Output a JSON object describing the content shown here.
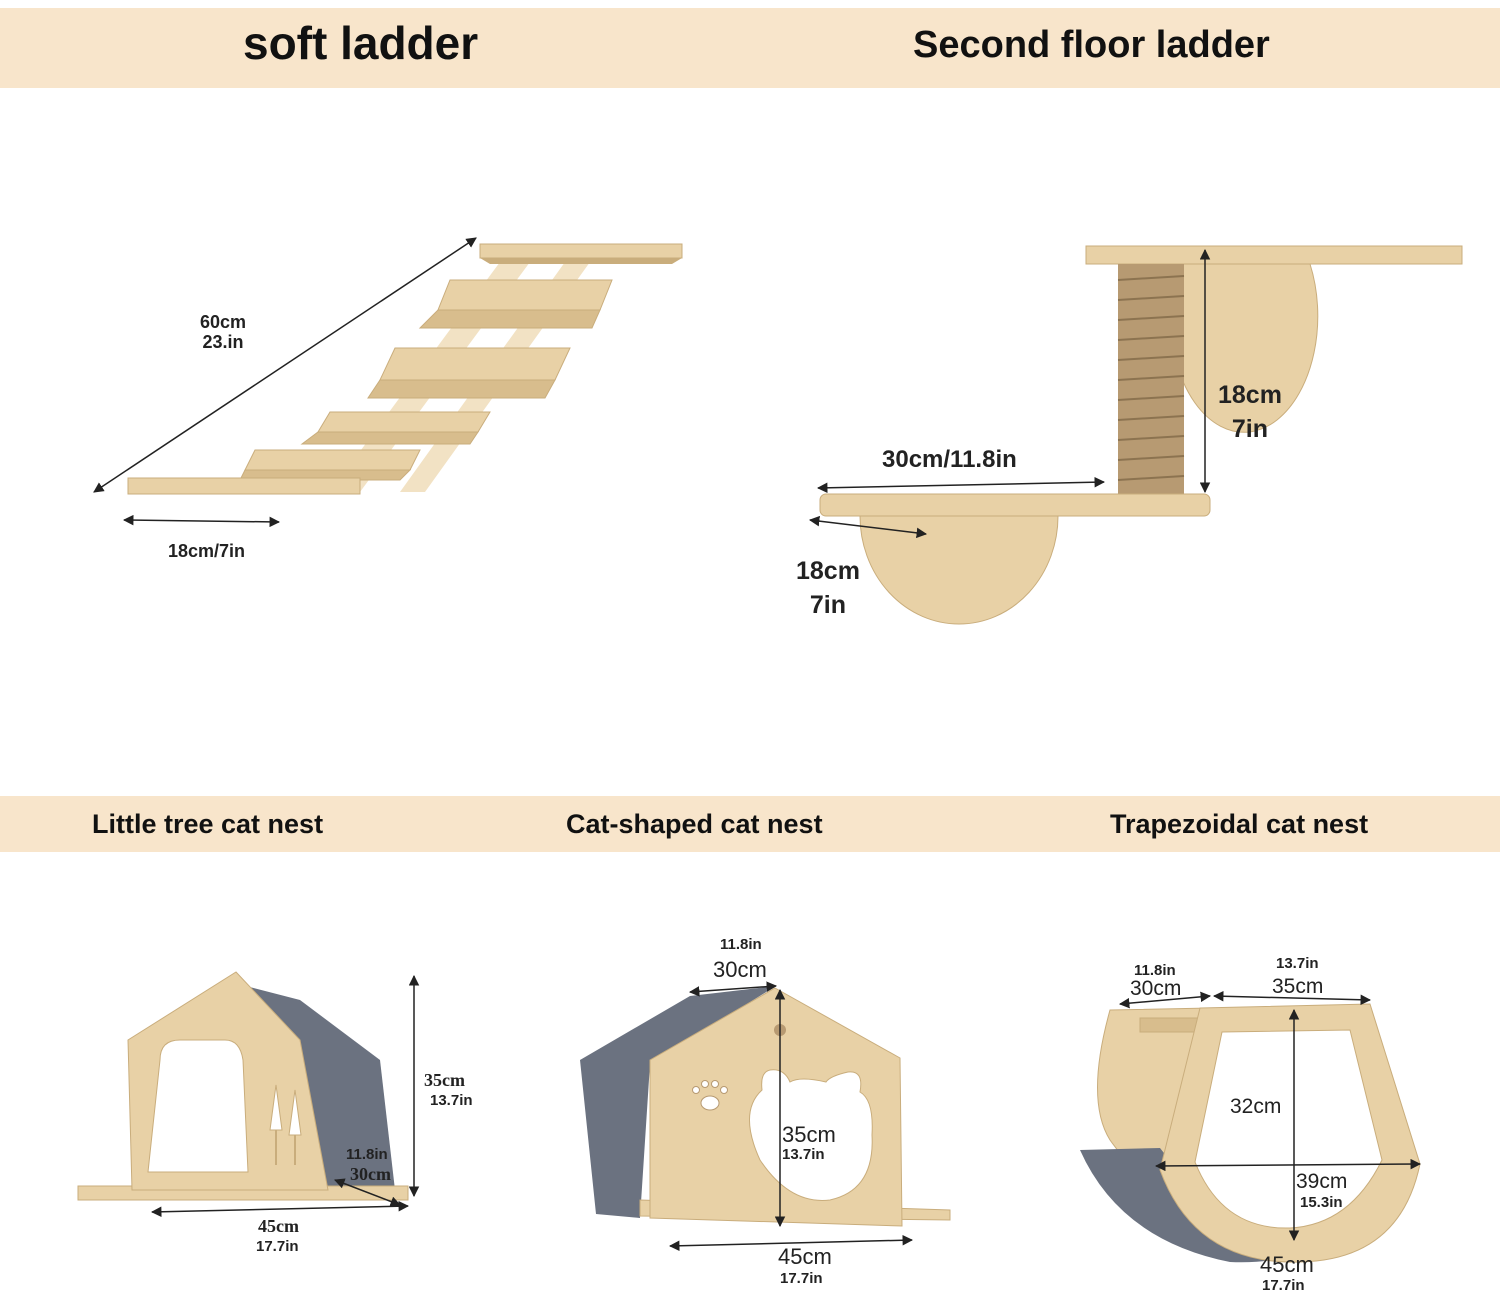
{
  "headers": {
    "soft_ladder": "soft ladder",
    "second_floor_ladder": "Second floor ladder",
    "little_tree": "Little tree cat nest",
    "cat_shaped": "Cat-shaped cat nest",
    "trapezoidal": "Trapezoidal cat nest"
  },
  "soft_ladder": {
    "length_cm": "60cm",
    "length_in": "23.in",
    "width": "18cm/7in"
  },
  "second_floor": {
    "height_cm": "18cm",
    "height_in": "7in",
    "length": "30cm/11.8in",
    "depth_cm": "18cm",
    "depth_in": "7in"
  },
  "little_tree": {
    "height_cm": "35cm",
    "height_in": "13.7in",
    "depth_in": "11.8in",
    "depth_cm": "30cm",
    "width_cm": "45cm",
    "width_in": "17.7in"
  },
  "cat_shaped": {
    "depth_in": "11.8in",
    "depth_cm": "30cm",
    "height_cm": "35cm",
    "height_in": "13.7in",
    "width_cm": "45cm",
    "width_in": "17.7in"
  },
  "trapezoidal": {
    "depth_in": "11.8in",
    "depth_cm": "30cm",
    "top_in": "13.7in",
    "top_cm": "35cm",
    "height_cm": "32cm",
    "inner_cm": "39cm",
    "inner_in": "15.3in",
    "width_cm": "45cm",
    "width_in": "17.7in"
  },
  "colors": {
    "band": "#f8e5cb",
    "wood": "#e8d1a6",
    "wood_edge": "#c9ad7c",
    "cushion": "#6b7280",
    "sisal": "#b79a72"
  }
}
